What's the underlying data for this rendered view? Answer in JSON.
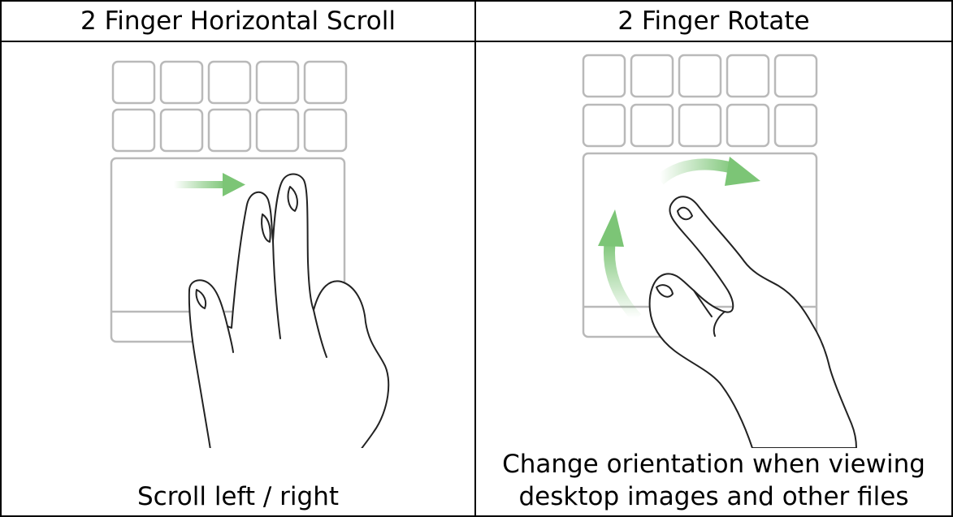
{
  "gestures": [
    {
      "title": "2 Finger Horizontal Scroll",
      "caption_lines": [
        "Scroll left / right"
      ]
    },
    {
      "title": "2 Finger Rotate",
      "caption_lines": [
        "Change orientation when viewing",
        "desktop images and other files"
      ]
    }
  ],
  "colors": {
    "border": "#000000",
    "key_outline": "#b9b9b9",
    "arrow_green": "#7cc576"
  },
  "icons": [
    "keypad-icon",
    "trackpad-icon",
    "hand-icon",
    "arrow-right-icon",
    "rotate-arrow-icon"
  ]
}
